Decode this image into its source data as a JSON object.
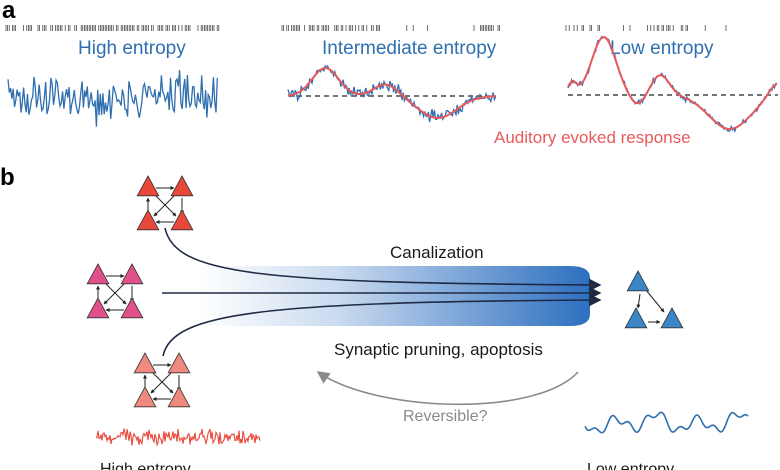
{
  "panel_a": {
    "letter": "a",
    "traces": [
      {
        "title": "High entropy"
      },
      {
        "title": "Intermediate entropy"
      },
      {
        "title": "Low entropy"
      }
    ],
    "evoked_label": "Auditory evoked response"
  },
  "panel_b": {
    "letter": "b",
    "canalization_label": "Canalization",
    "pruning_label": "Synaptic pruning, apoptosis",
    "reversible_label": "Reversible?",
    "high_entropy_label": "High entropy",
    "low_entropy_label": "Low entropy"
  },
  "colors": {
    "trace_blue": "#2f6fb0",
    "evoked_red": "#e85a5a",
    "network_red": "#e8483a",
    "network_pink": "#e0508a",
    "network_salmon": "#f08a80",
    "network_blue": "#3b86c6",
    "canalization_blue": "#2d6fc0"
  }
}
